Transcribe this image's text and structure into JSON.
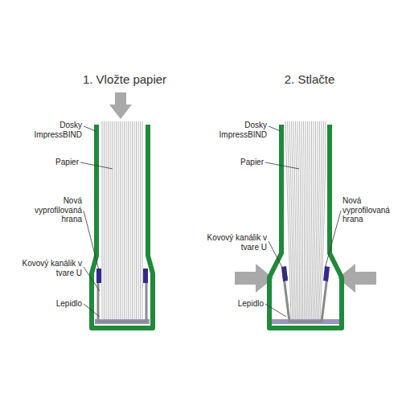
{
  "diagram": {
    "labels": [
      "1. Vložte papier",
      "Dosky ImpressBIND",
      "Papier",
      "Nová vyprofilovaná hrana",
      "Kovový kanálik v tvare U",
      "Lepidlo",
      "2. Stlačte",
      "Dosky ImpressBIND",
      "Papier",
      "Kovový kanálik v tvare U",
      "Lepidlo",
      "Nová vyprofilovaná hrana"
    ]
  }
}
